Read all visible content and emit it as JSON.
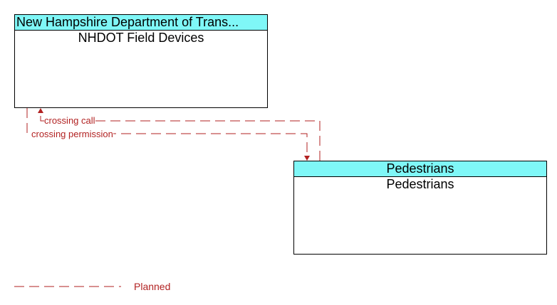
{
  "nodes": {
    "nhdot": {
      "header": "New Hampshire Department of Trans...",
      "name": "NHDOT Field Devices"
    },
    "pedestrians": {
      "header": "Pedestrians",
      "name": "Pedestrians"
    }
  },
  "flows": [
    {
      "label": "crossing call",
      "status": "Planned"
    },
    {
      "label": "crossing permission",
      "status": "Planned"
    }
  ],
  "legend": {
    "planned_label": "Planned"
  },
  "colors": {
    "header_fill": "#7ff7f7",
    "planned_flow": "#b22222"
  }
}
